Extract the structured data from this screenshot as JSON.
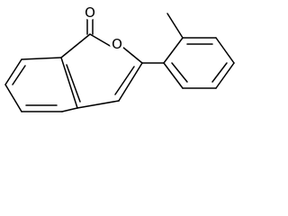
{
  "molecule": {
    "atoms": [
      {
        "id": "O_carbonyl",
        "symbol": "O"
      },
      {
        "id": "O_ring",
        "symbol": "O"
      }
    ]
  }
}
